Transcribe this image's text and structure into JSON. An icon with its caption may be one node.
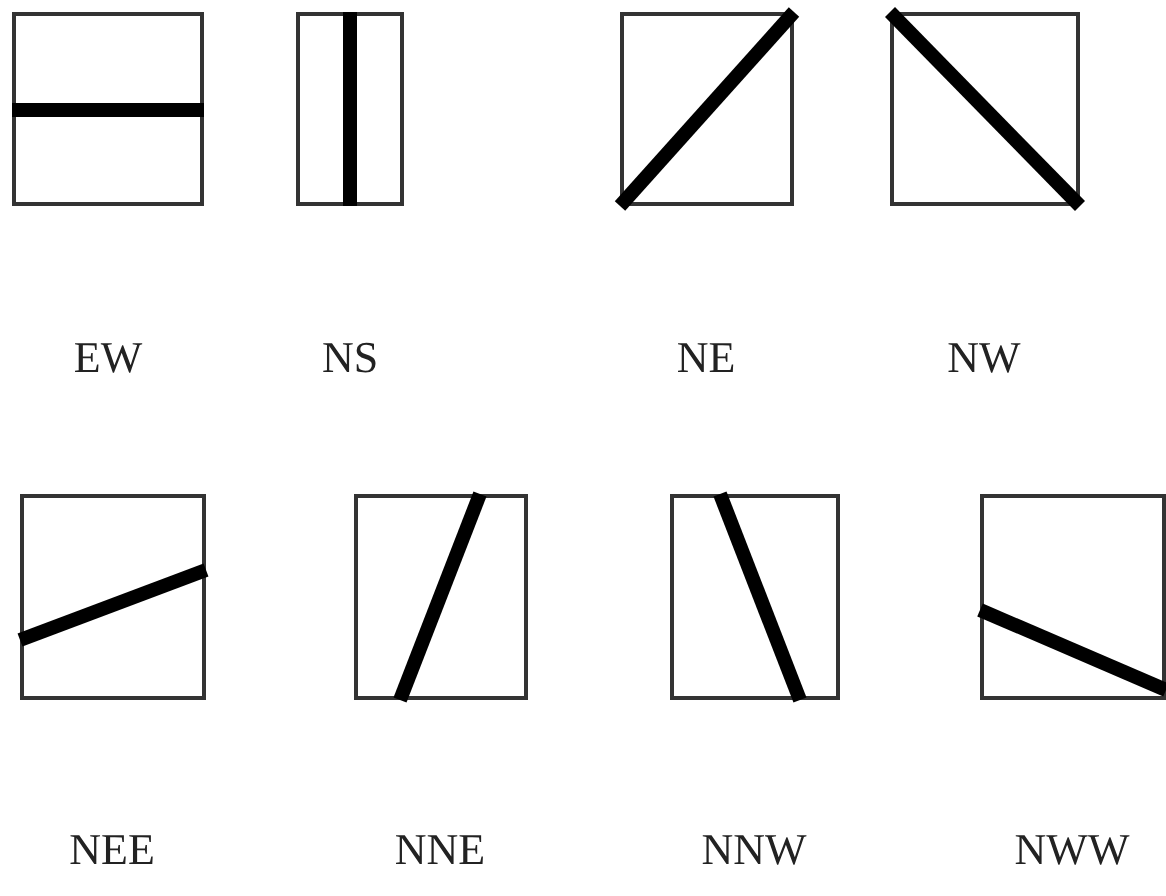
{
  "diagram": {
    "nodes": [
      {
        "text": [],
        "shape": "box",
        "beside": [
          "EW"
        ]
      },
      {
        "text": [],
        "shape": "box",
        "beside": [
          "NS"
        ]
      },
      {
        "text": [],
        "shape": "box",
        "beside": [
          "NE"
        ]
      },
      {
        "text": [],
        "shape": "box",
        "beside": [
          "NW"
        ]
      },
      {
        "text": [],
        "shape": "box",
        "beside": [
          "NEE"
        ]
      },
      {
        "text": [],
        "shape": "box",
        "beside": [
          "NNE"
        ]
      },
      {
        "text": [],
        "shape": "box",
        "beside": [
          "NNW"
        ]
      },
      {
        "text": [],
        "shape": "box",
        "beside": [
          "NWW"
        ]
      }
    ]
  }
}
